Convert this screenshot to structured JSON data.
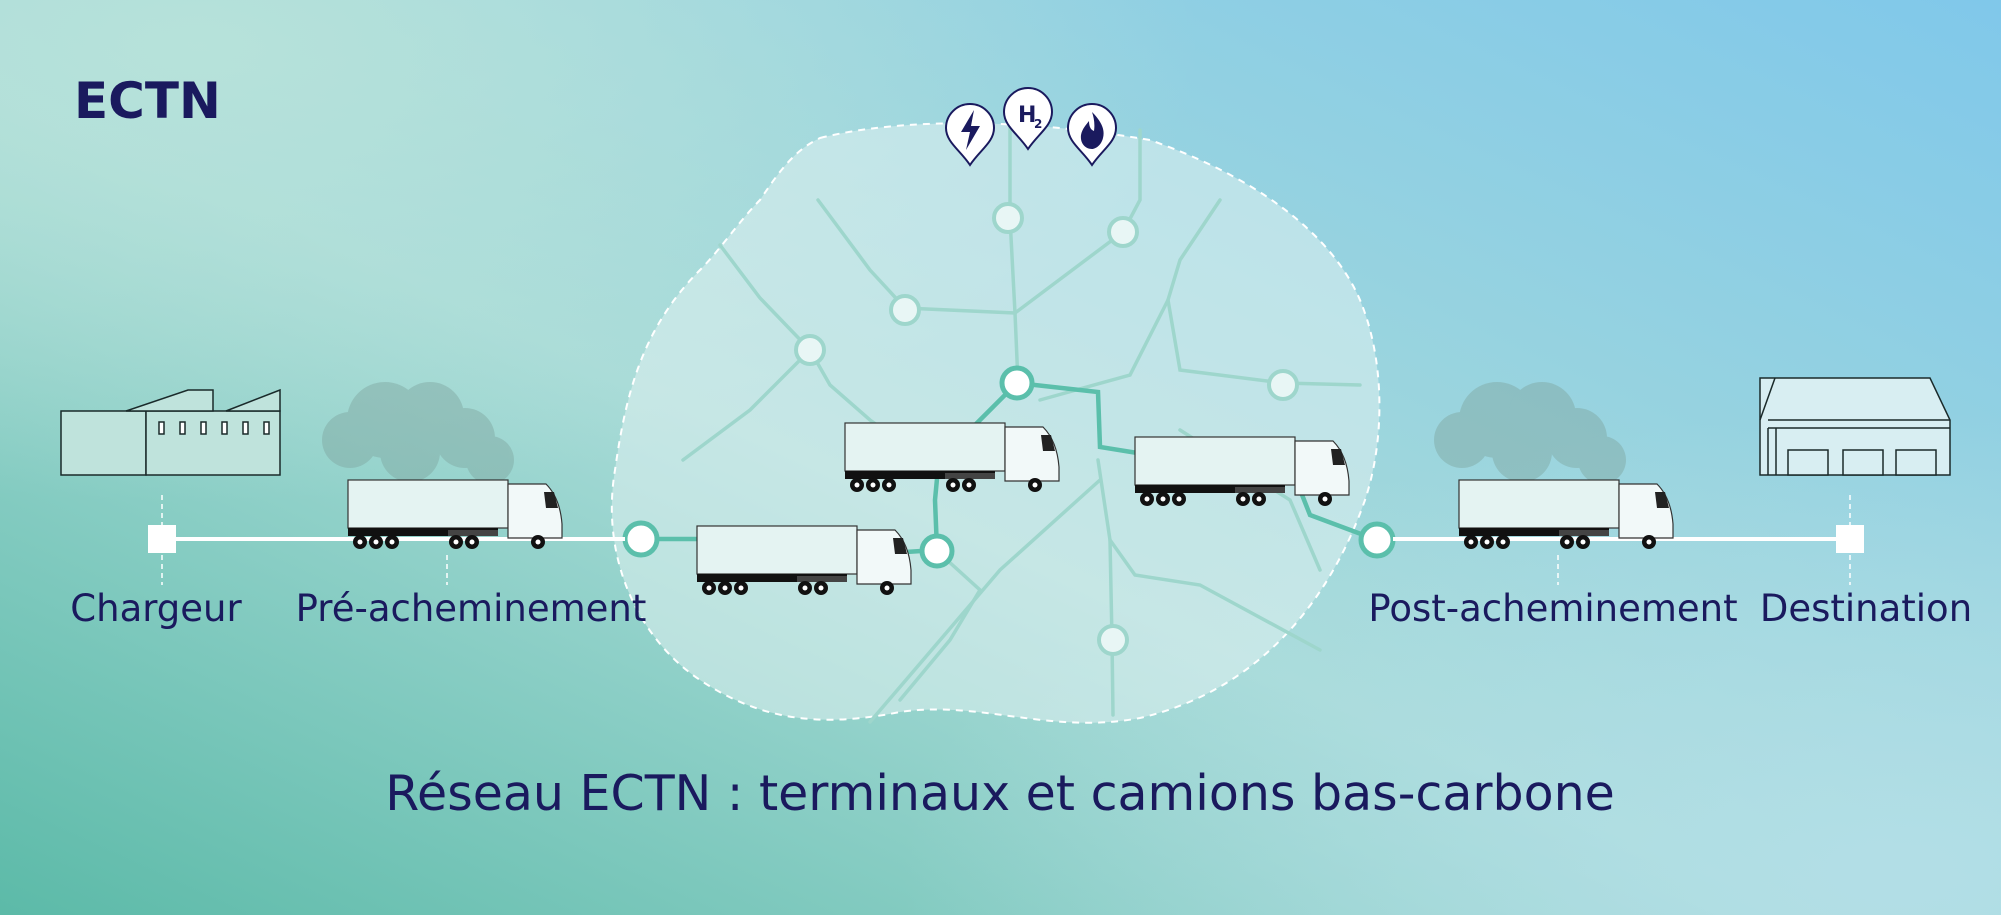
{
  "logo": {
    "text": "ECTN"
  },
  "stages": {
    "shipper": "Chargeur",
    "pre_carriage": "Pré-acheminement",
    "post_carriage": "Post-acheminement",
    "destination": "Destination"
  },
  "energy_icons": [
    {
      "name": "electric-icon",
      "label": ""
    },
    {
      "name": "hydrogen-icon",
      "label": "H2"
    },
    {
      "name": "gas-flame-icon",
      "label": ""
    }
  ],
  "caption": "Réseau ECTN : terminaux et camions bas-carbone",
  "colors": {
    "text": "#1a1a5e",
    "accent": "#5bbfab",
    "bg_left": "#5cbaa8",
    "bg_right": "#86cbea"
  }
}
